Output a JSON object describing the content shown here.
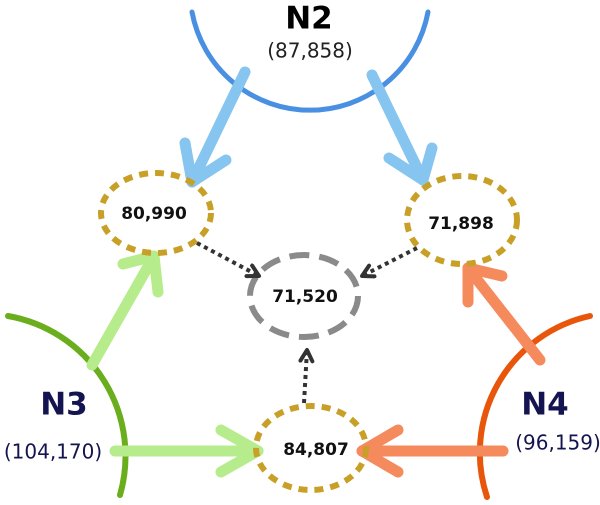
{
  "nodes": {
    "n2": {
      "name": "N2",
      "count": "(87,858)",
      "name_color": "#000000",
      "count_color": "#222222",
      "arc_color": "#4A90E2"
    },
    "n3": {
      "name": "N3",
      "count": "(104,170)",
      "name_color": "#141450",
      "count_color": "#141450",
      "arc_color": "#6AAE1E"
    },
    "n4": {
      "name": "N4",
      "count": "(96,159)",
      "name_color": "#141450",
      "count_color": "#141450",
      "arc_color": "#E8560C"
    }
  },
  "intersections": {
    "n2_n3": "80,990",
    "n2_n4": "71,898",
    "n3_n4": "84,807",
    "all": "71,520"
  },
  "colors": {
    "pair_border": "#C8A028",
    "center_border": "#8A8A8A",
    "arrow_n2": "#86C5F0",
    "arrow_n3": "#B7EC8C",
    "arrow_n4": "#F58A5C",
    "arrow_dotted": "#333333"
  }
}
